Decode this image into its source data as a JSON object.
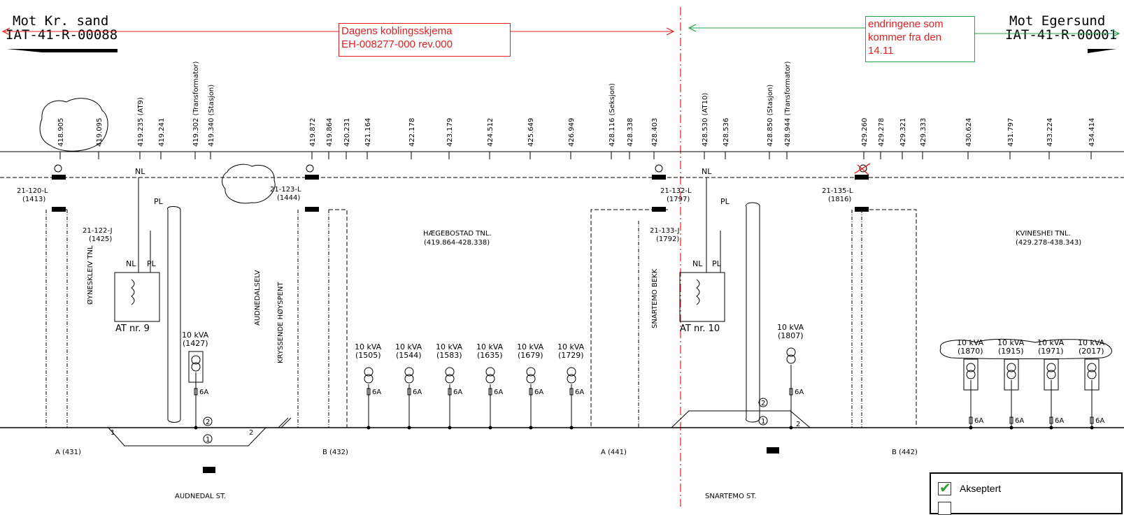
{
  "header": {
    "left_direction": "Mot Kr. sand",
    "left_code": "IAT-41-R-00088",
    "right_direction": "Mot Egersund",
    "right_code": "IAT-41-R-00001"
  },
  "annotations": {
    "red_box": [
      "Dagens koblingsskjema",
      "EH-008277-000 rev.000"
    ],
    "green_box": [
      "endringene som",
      "kommer fra den",
      "14.11"
    ]
  },
  "colors": {
    "red_annotation": "#e32020",
    "green_annotation": "#22a64a",
    "checkmark": "#2e9b2e"
  },
  "kilometers": [
    "418.905",
    "419.095",
    "419.235 (AT9)",
    "419.241",
    "419.302 (Transformator)",
    "419.340 (Stasjon)",
    "419.872",
    "419.864",
    "420.231",
    "421.164",
    "422.178",
    "423.179",
    "424.512",
    "425.649",
    "426.949",
    "428.116 (Seksjon)",
    "428.338",
    "428.403",
    "428.530 (AT10)",
    "428.536",
    "428.850 (Stasjon)",
    "428.944 (Transformator)",
    "429.260",
    "429.278",
    "429.321",
    "429.333",
    "430.624",
    "431.797",
    "433.224",
    "434.414"
  ],
  "switches": [
    {
      "id": "21-120-L",
      "num": "(1413)"
    },
    {
      "id": "21-122-J",
      "num": "(1425)"
    },
    {
      "id": "21-123-L",
      "num": "(1444)"
    },
    {
      "id": "21-132-L",
      "num": "(1797)"
    },
    {
      "id": "21-133-J",
      "num": "(1792)"
    },
    {
      "id": "21-135-L",
      "num": "(1816)"
    }
  ],
  "labels": {
    "nl": "NL",
    "pl": "PL",
    "oyneskleiv": "ØYNESKLEIV TNL",
    "audnedalselv": "AUDNEDALSELV",
    "kryssende": "KRYSSENDE HØYSPENT",
    "snartemo_bekk": "SNARTEMO BEKK",
    "at9": "AT nr. 9",
    "at10": "AT nr. 10",
    "hagebostad": [
      "HÆGEBOSTAD TNL.",
      "(419.864-428.338)"
    ],
    "kvineshei": [
      "KVINESHEI TNL.",
      "(429.278-438.343)"
    ],
    "audnedal_st": "AUDNEDAL ST.",
    "snartemo_st": "SNARTEMO ST.",
    "fuse": "6A",
    "circle1": "1",
    "circle2": "2",
    "sec_a1": "A (431)",
    "sec_b1": "B (432)",
    "sec_a2": "A (441)",
    "sec_b2": "B (442)",
    "track1": "1",
    "track2": "2"
  },
  "transformers_left": [
    {
      "kva": "10 kVA",
      "num": "(1427)"
    }
  ],
  "transformers_mid": [
    {
      "kva": "10 kVA",
      "num": "(1505)"
    },
    {
      "kva": "10 kVA",
      "num": "(1544)"
    },
    {
      "kva": "10 kVA",
      "num": "(1583)"
    },
    {
      "kva": "10 kVA",
      "num": "(1635)"
    },
    {
      "kva": "10 kVA",
      "num": "(1679)"
    },
    {
      "kva": "10 kVA",
      "num": "(1729)"
    }
  ],
  "transformer_snartemo": {
    "kva": "10 kVA",
    "num": "(1807)"
  },
  "transformers_right": [
    {
      "kva": "10 kVA",
      "num": "(1870)"
    },
    {
      "kva": "10 kVA",
      "num": "(1915)"
    },
    {
      "kva": "10 kVA",
      "num": "(1971)"
    },
    {
      "kva": "10 kVA",
      "num": "(2017)"
    }
  ],
  "legend": {
    "accepted": "Akseptert"
  }
}
